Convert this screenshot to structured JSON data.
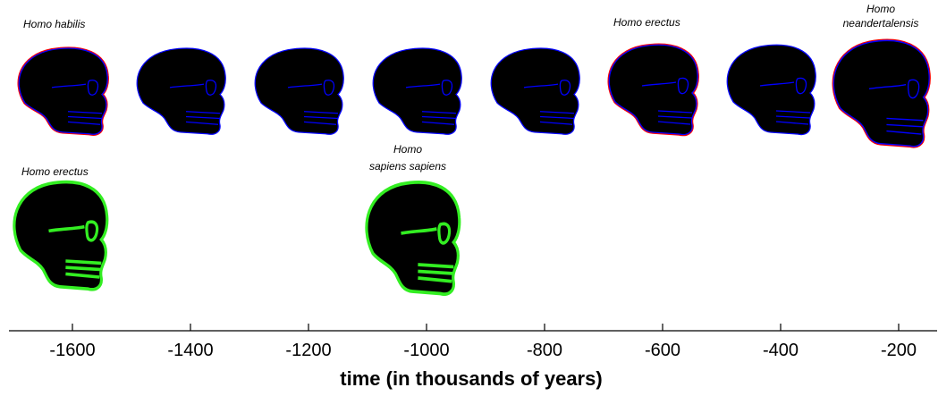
{
  "labels": {
    "habilis": "Homo habilis",
    "erectus_top": "Homo erectus",
    "neander_1": "Homo",
    "neander_2": "neandertalensis",
    "erectus_bottom": "Homo erectus",
    "sapiens_1": "Homo",
    "sapiens_2": "sapiens sapiens"
  },
  "axis": {
    "title": "time (in thousands of years)",
    "ticks": [
      "-1600",
      "-1400",
      "-1200",
      "-1000",
      "-800",
      "-600",
      "-400",
      "-200"
    ]
  },
  "colors": {
    "blue": "#0000ff",
    "red": "#ff0000",
    "green": "#33ee22",
    "axis": "#000000"
  }
}
